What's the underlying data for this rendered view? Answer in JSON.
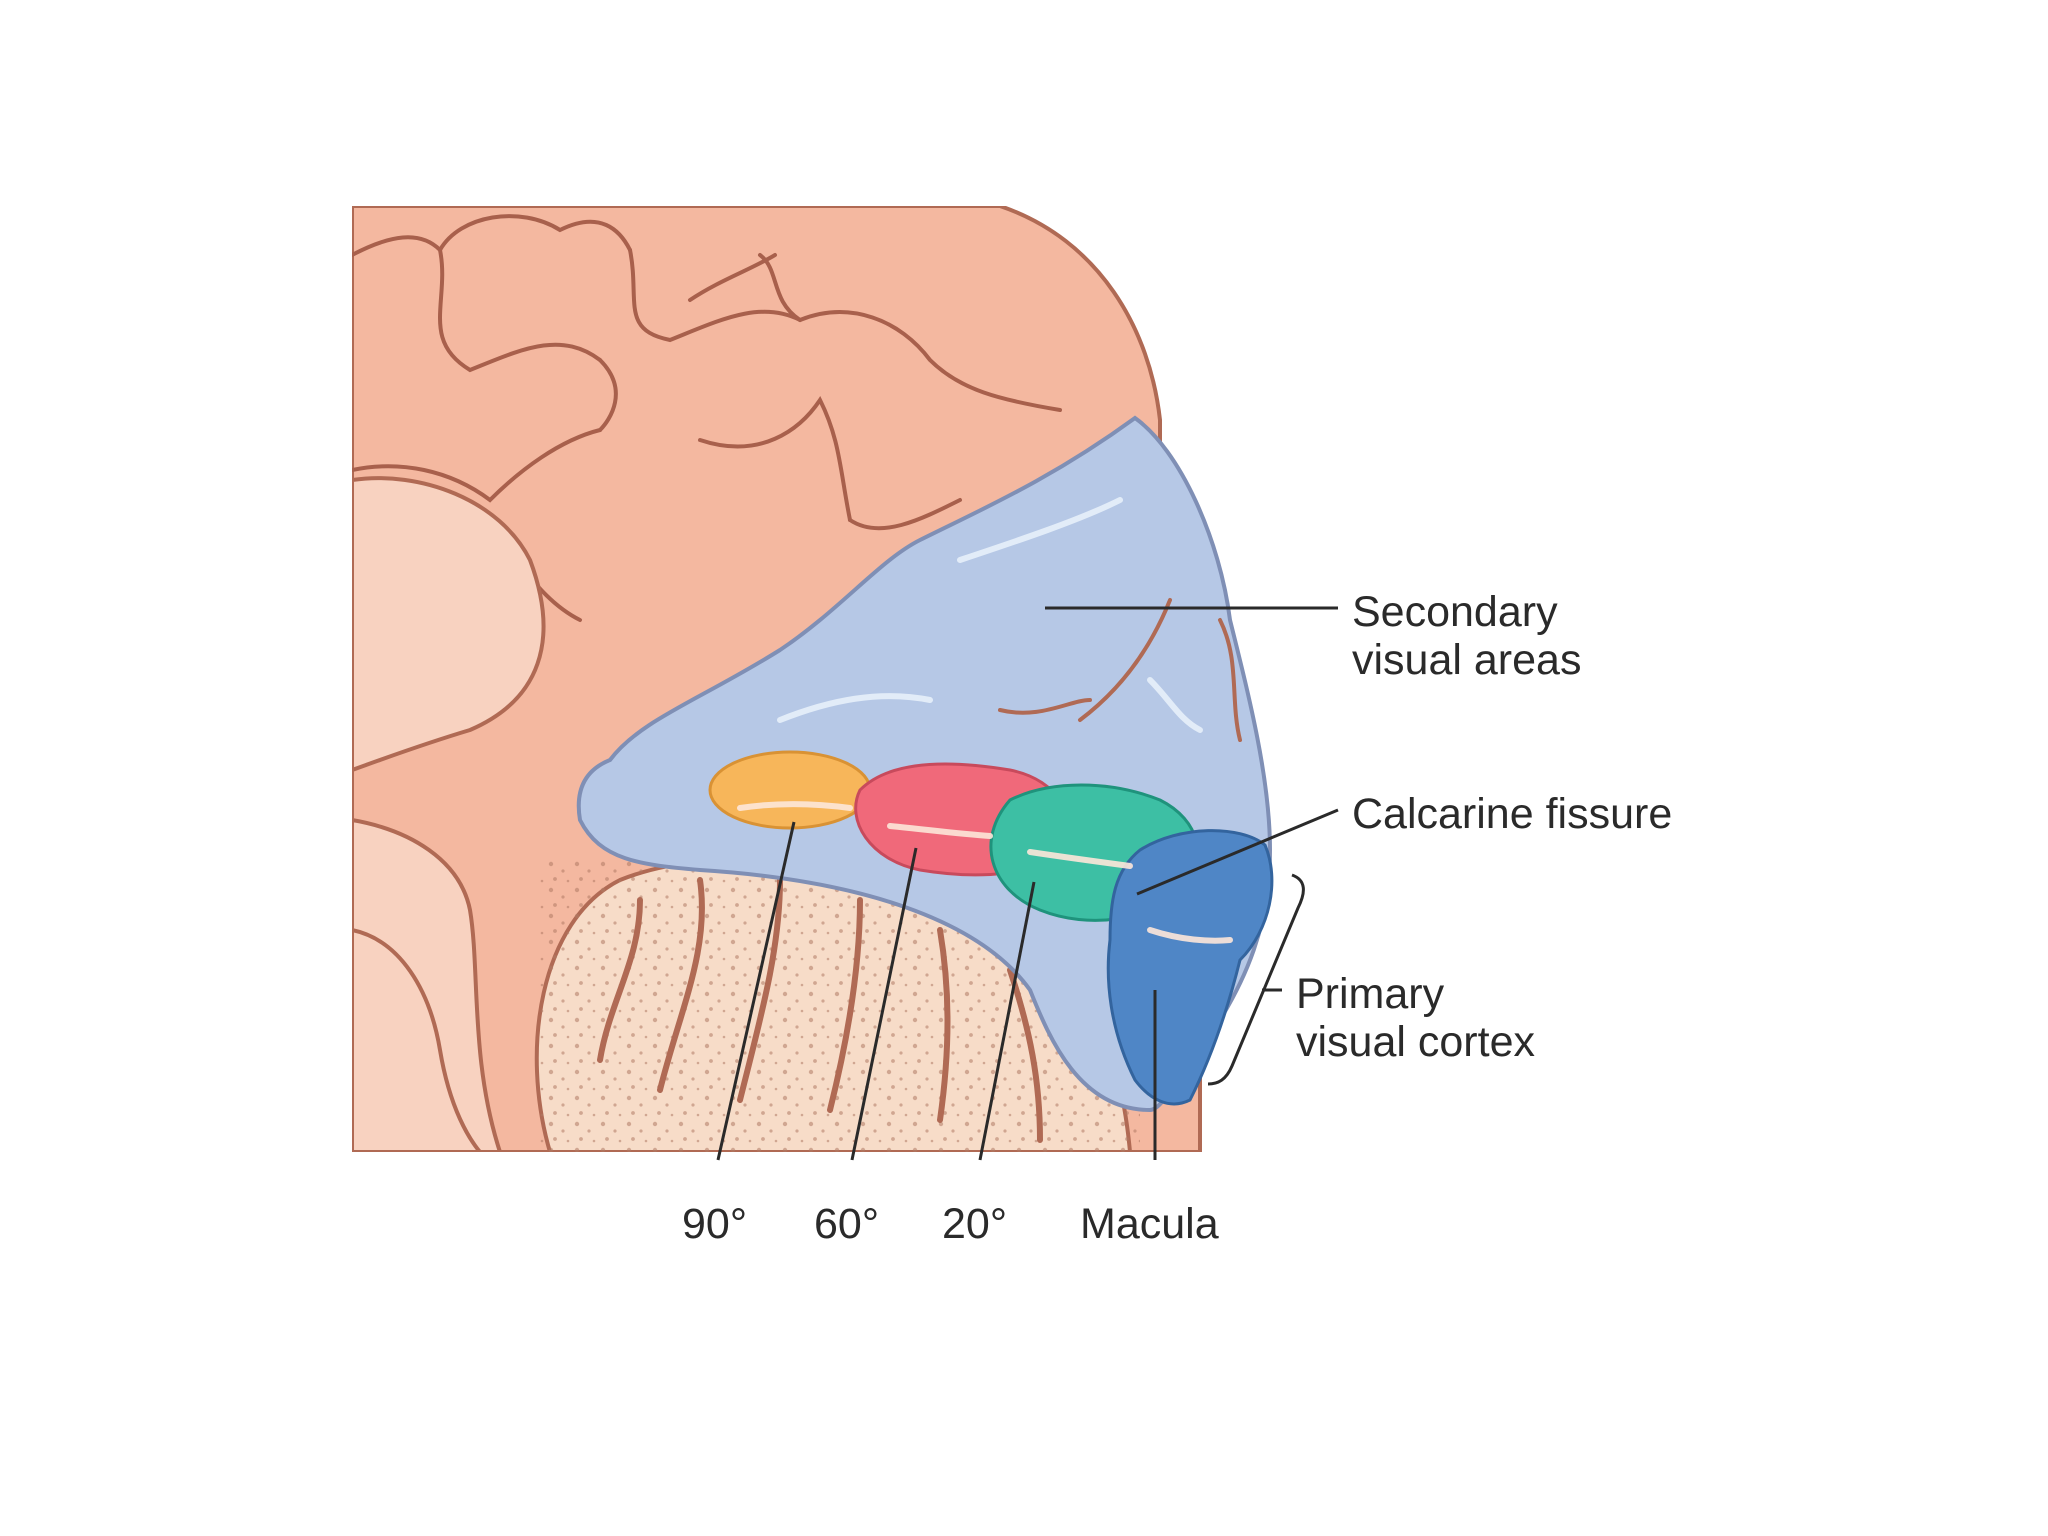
{
  "labels": {
    "secondary_line1": "Secondary",
    "secondary_line2": "visual areas",
    "calcarine": "Calcarine fissure",
    "primary_line1": "Primary",
    "primary_line2": "visual cortex",
    "deg90": "90°",
    "deg60": "60°",
    "deg20": "20°",
    "macula": "Macula"
  },
  "colors": {
    "brain": "#f4b8a0",
    "brain_outline": "#b06a54",
    "secondary_area": "#b6c8e6",
    "band_90": "#f7b65a",
    "band_60": "#f0697a",
    "band_20": "#3dbfa4",
    "band_macula": "#4f86c6",
    "cerebellum": "#f7dcc8"
  }
}
